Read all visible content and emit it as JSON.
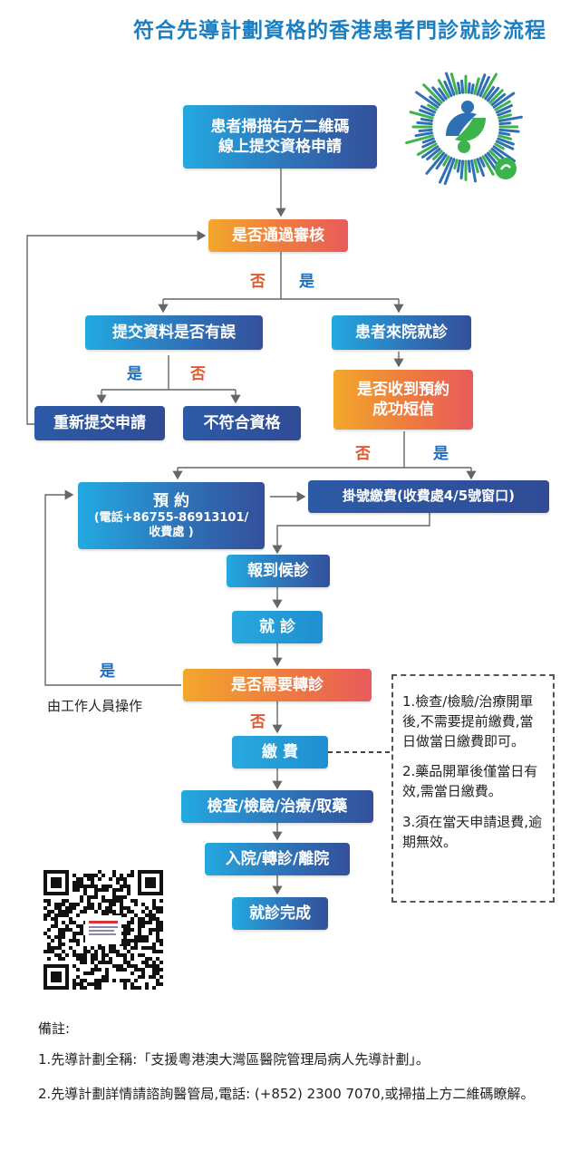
{
  "title": "符合先導計劃資格的香港患者門診就診流程",
  "nodes": {
    "scan": "患者掃描右方二維碼\n線上提交資格申請",
    "review": "是否通過審核",
    "docs_error": "提交資料是否有誤",
    "visit": "患者來院就診",
    "resubmit": "重新提交申請",
    "not_eligible": "不符合資格",
    "sms": "是否收到預約\n成功短信",
    "booking": "預 約",
    "booking_sub": "(電話+86755-86913101/\n收費處 )",
    "register": "掛號繳費(收費處4/5號窗口)",
    "checkin": "報到候診",
    "consult": "就 診",
    "referral": "是否需要轉診",
    "pay": "繳 費",
    "exam": "檢查/檢驗/治療/取藥",
    "admit": "入院/轉診/離院",
    "done": "就診完成"
  },
  "labels": {
    "no": "否",
    "yes": "是",
    "staff": "由工作人員操作"
  },
  "notes": [
    "1.檢查/檢驗/治療開單後,不需要提前繳費,當日做當日繳費即可。",
    "2.藥品開單後僅當日有效,需當日繳費。",
    "3.須在當天申請退費,逾期無效。"
  ],
  "remarks": {
    "heading": "備註:",
    "line1": "1.先導計劃全稱:「支援粵港澳大灣區醫院管理局病人先導計劃」。",
    "line2": "2.先導計劃詳情請諮詢醫管局,電話: (+852) 2300 7070,或掃描上方二維碼瞭解。"
  },
  "colors": {
    "blue": "#23a9e1",
    "navy": "#314c96",
    "orange": "#f3a72b",
    "red_orange": "#e85b5b",
    "yes_text": "#1f6fc0",
    "no_text": "#e5562a",
    "title": "#1a7fc2"
  },
  "icons": {
    "mini_program_code": "wechat-mini-program-code",
    "qr_code": "qr-code"
  }
}
